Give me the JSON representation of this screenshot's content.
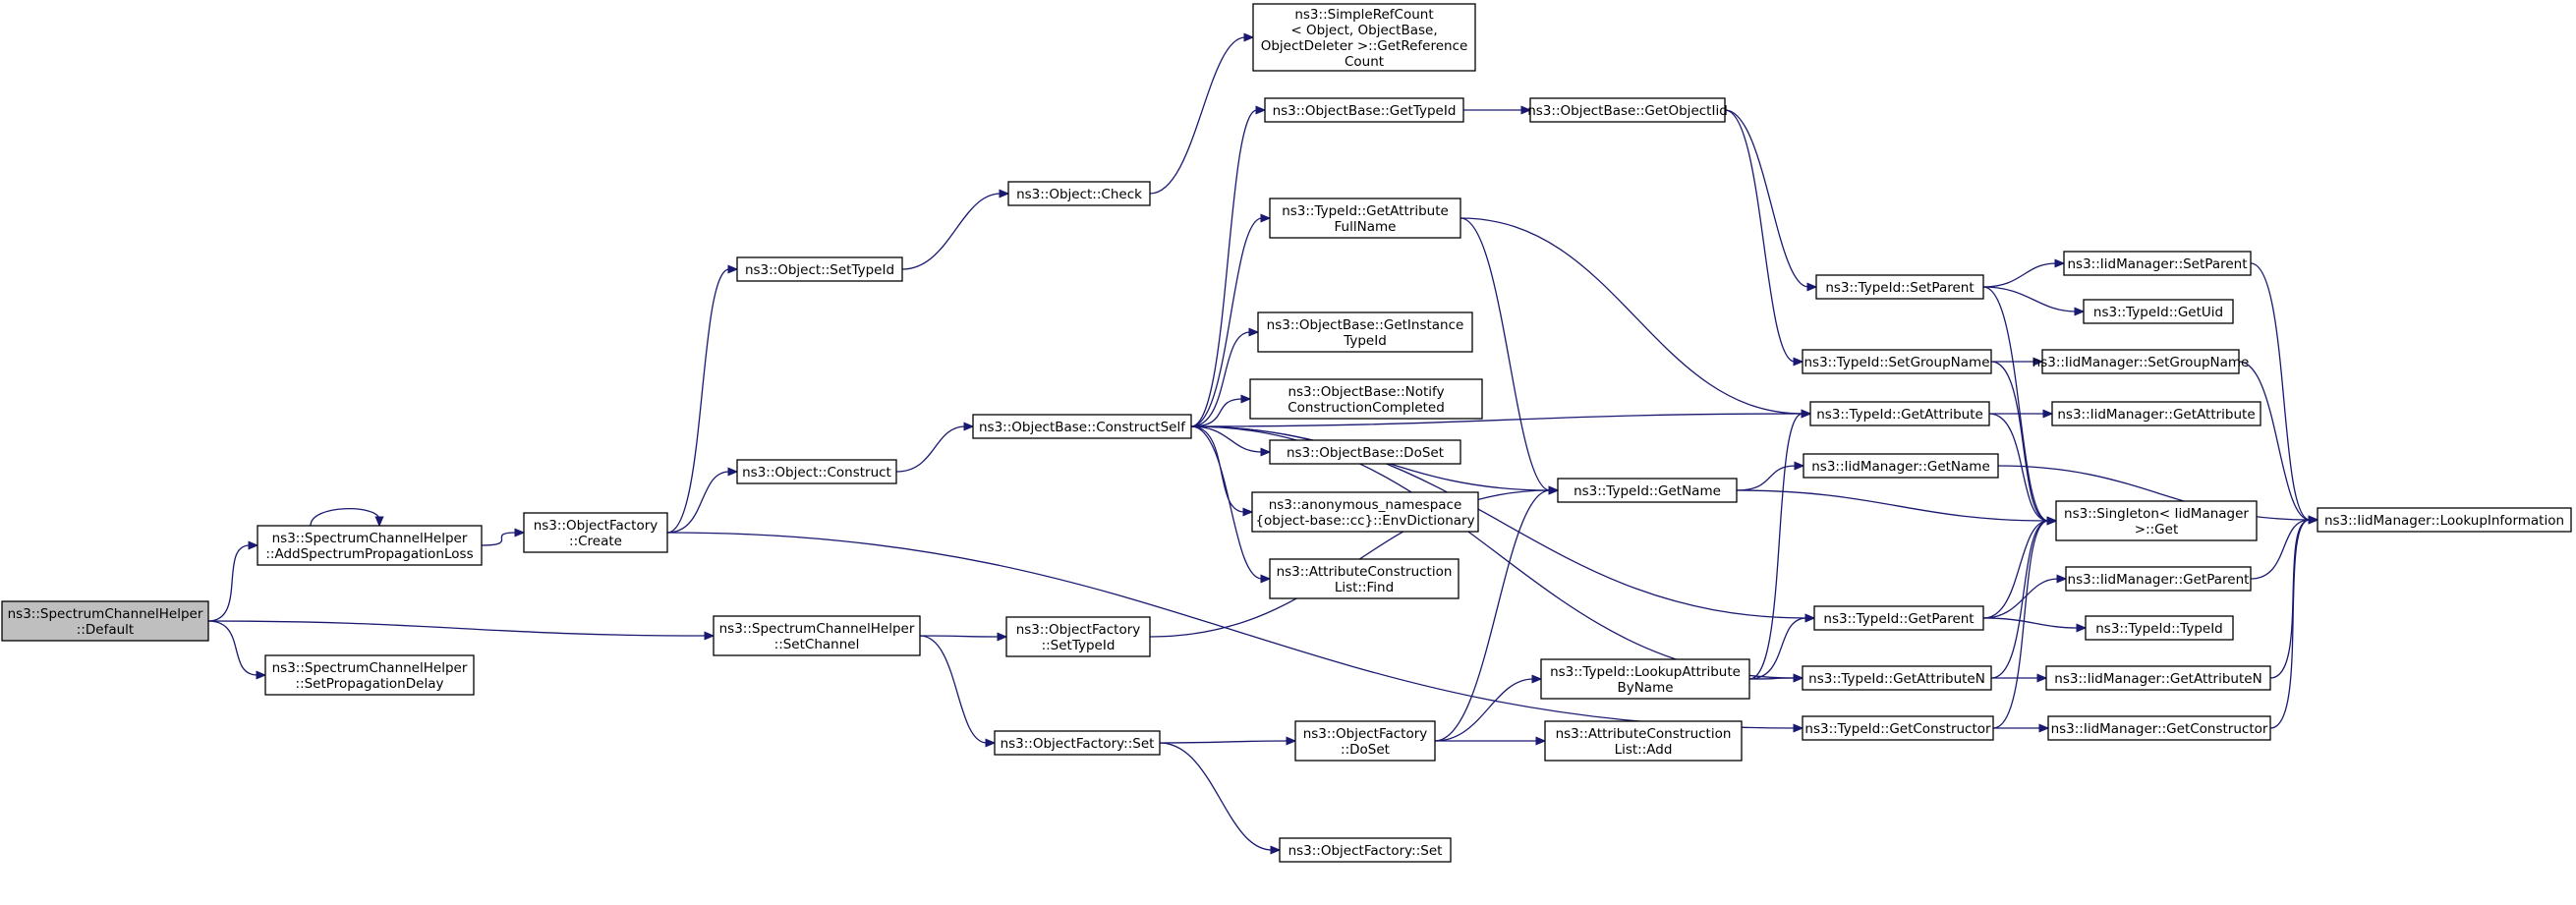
{
  "graph": {
    "nodes": [
      {
        "id": "n1",
        "lines": [
          "ns3::SpectrumChannelHelper",
          "::Default"
        ],
        "highlighted": true
      },
      {
        "id": "n2",
        "lines": [
          "ns3::SpectrumChannelHelper",
          "::AddSpectrumPropagationLoss"
        ]
      },
      {
        "id": "n3",
        "lines": [
          "ns3::SpectrumChannelHelper",
          "::SetPropagationDelay"
        ]
      },
      {
        "id": "n4",
        "lines": [
          "ns3::ObjectFactory",
          "::Create"
        ]
      },
      {
        "id": "n5",
        "lines": [
          "ns3::SpectrumChannelHelper",
          "::SetChannel"
        ]
      },
      {
        "id": "n6",
        "lines": [
          "ns3::Object::SetTypeId"
        ]
      },
      {
        "id": "n7",
        "lines": [
          "ns3::Object::Construct"
        ]
      },
      {
        "id": "n8",
        "lines": [
          "ns3::ObjectFactory",
          "::SetTypeId"
        ]
      },
      {
        "id": "n9",
        "lines": [
          "ns3::ObjectFactory::Set"
        ]
      },
      {
        "id": "n10",
        "lines": [
          "ns3::Object::Check"
        ]
      },
      {
        "id": "n11",
        "lines": [
          "ns3::ObjectBase::ConstructSelf"
        ]
      },
      {
        "id": "n12",
        "lines": [
          "ns3::SimpleRefCount",
          "< Object, ObjectBase,",
          "ObjectDeleter >::GetReference",
          "Count"
        ]
      },
      {
        "id": "n13",
        "lines": [
          "ns3::ObjectBase::GetTypeId"
        ]
      },
      {
        "id": "n14",
        "lines": [
          "ns3::TypeId::GetAttribute",
          "FullName"
        ]
      },
      {
        "id": "n15",
        "lines": [
          "ns3::ObjectBase::GetInstance",
          "TypeId"
        ]
      },
      {
        "id": "n16",
        "lines": [
          "ns3::ObjectBase::Notify",
          "ConstructionCompleted"
        ]
      },
      {
        "id": "n17",
        "lines": [
          "ns3::ObjectBase::DoSet"
        ]
      },
      {
        "id": "n18",
        "lines": [
          "ns3::anonymous_namespace",
          "{object-base::cc}::EnvDictionary"
        ]
      },
      {
        "id": "n19",
        "lines": [
          "ns3::AttributeConstruction",
          "List::Find"
        ]
      },
      {
        "id": "n20",
        "lines": [
          "ns3::ObjectFactory",
          "::DoSet"
        ]
      },
      {
        "id": "n21",
        "lines": [
          "ns3::ObjectFactory::Set"
        ]
      },
      {
        "id": "n22",
        "lines": [
          "ns3::ObjectBase::GetObjectIid"
        ]
      },
      {
        "id": "n23",
        "lines": [
          "ns3::TypeId::GetName"
        ]
      },
      {
        "id": "n24",
        "lines": [
          "ns3::TypeId::LookupAttribute",
          "ByName"
        ]
      },
      {
        "id": "n25",
        "lines": [
          "ns3::AttributeConstruction",
          "List::Add"
        ]
      },
      {
        "id": "n26",
        "lines": [
          "ns3::TypeId::SetParent"
        ]
      },
      {
        "id": "n27",
        "lines": [
          "ns3::TypeId::SetGroupName"
        ]
      },
      {
        "id": "n28",
        "lines": [
          "ns3::TypeId::GetAttribute"
        ]
      },
      {
        "id": "n29",
        "lines": [
          "ns3::IidManager::GetName"
        ]
      },
      {
        "id": "n30",
        "lines": [
          "ns3::TypeId::GetParent"
        ]
      },
      {
        "id": "n31",
        "lines": [
          "ns3::TypeId::GetAttributeN"
        ]
      },
      {
        "id": "n32",
        "lines": [
          "ns3::TypeId::GetConstructor"
        ]
      },
      {
        "id": "n33",
        "lines": [
          "ns3::IidManager::SetParent"
        ]
      },
      {
        "id": "n34",
        "lines": [
          "ns3::TypeId::GetUid"
        ]
      },
      {
        "id": "n35",
        "lines": [
          "ns3::IidManager::SetGroupName"
        ]
      },
      {
        "id": "n36",
        "lines": [
          "ns3::IidManager::GetAttribute"
        ]
      },
      {
        "id": "n37",
        "lines": [
          "ns3::Singleton< IidManager",
          ">::Get"
        ]
      },
      {
        "id": "n38",
        "lines": [
          "ns3::IidManager::GetParent"
        ]
      },
      {
        "id": "n39",
        "lines": [
          "ns3::TypeId::TypeId"
        ]
      },
      {
        "id": "n40",
        "lines": [
          "ns3::IidManager::GetAttributeN"
        ]
      },
      {
        "id": "n41",
        "lines": [
          "ns3::IidManager::GetConstructor"
        ]
      },
      {
        "id": "n42",
        "lines": [
          "ns3::IidManager::LookupInformation"
        ]
      }
    ],
    "edges": [
      [
        "n1",
        "n2"
      ],
      [
        "n1",
        "n5"
      ],
      [
        "n1",
        "n3"
      ],
      [
        "n2",
        "n2"
      ],
      [
        "n2",
        "n4"
      ],
      [
        "n4",
        "n6"
      ],
      [
        "n4",
        "n7"
      ],
      [
        "n4",
        "n32"
      ],
      [
        "n6",
        "n10"
      ],
      [
        "n10",
        "n12"
      ],
      [
        "n7",
        "n11"
      ],
      [
        "n11",
        "n13"
      ],
      [
        "n11",
        "n14"
      ],
      [
        "n11",
        "n15"
      ],
      [
        "n11",
        "n16"
      ],
      [
        "n11",
        "n17"
      ],
      [
        "n11",
        "n18"
      ],
      [
        "n11",
        "n19"
      ],
      [
        "n11",
        "n23"
      ],
      [
        "n11",
        "n28"
      ],
      [
        "n11",
        "n30"
      ],
      [
        "n11",
        "n31"
      ],
      [
        "n13",
        "n22"
      ],
      [
        "n22",
        "n26"
      ],
      [
        "n22",
        "n27"
      ],
      [
        "n14",
        "n23"
      ],
      [
        "n14",
        "n28"
      ],
      [
        "n5",
        "n8"
      ],
      [
        "n5",
        "n9"
      ],
      [
        "n8",
        "n23"
      ],
      [
        "n9",
        "n20"
      ],
      [
        "n9",
        "n21"
      ],
      [
        "n20",
        "n23"
      ],
      [
        "n20",
        "n24"
      ],
      [
        "n20",
        "n25"
      ],
      [
        "n24",
        "n28"
      ],
      [
        "n24",
        "n30"
      ],
      [
        "n24",
        "n31"
      ],
      [
        "n23",
        "n29"
      ],
      [
        "n23",
        "n37"
      ],
      [
        "n26",
        "n33"
      ],
      [
        "n26",
        "n34"
      ],
      [
        "n26",
        "n37"
      ],
      [
        "n27",
        "n35"
      ],
      [
        "n27",
        "n37"
      ],
      [
        "n28",
        "n36"
      ],
      [
        "n28",
        "n37"
      ],
      [
        "n29",
        "n42"
      ],
      [
        "n30",
        "n38"
      ],
      [
        "n30",
        "n39"
      ],
      [
        "n30",
        "n37"
      ],
      [
        "n31",
        "n40"
      ],
      [
        "n31",
        "n37"
      ],
      [
        "n32",
        "n41"
      ],
      [
        "n32",
        "n37"
      ],
      [
        "n33",
        "n42"
      ],
      [
        "n35",
        "n42"
      ],
      [
        "n38",
        "n42"
      ],
      [
        "n40",
        "n42"
      ],
      [
        "n41",
        "n42"
      ]
    ]
  }
}
